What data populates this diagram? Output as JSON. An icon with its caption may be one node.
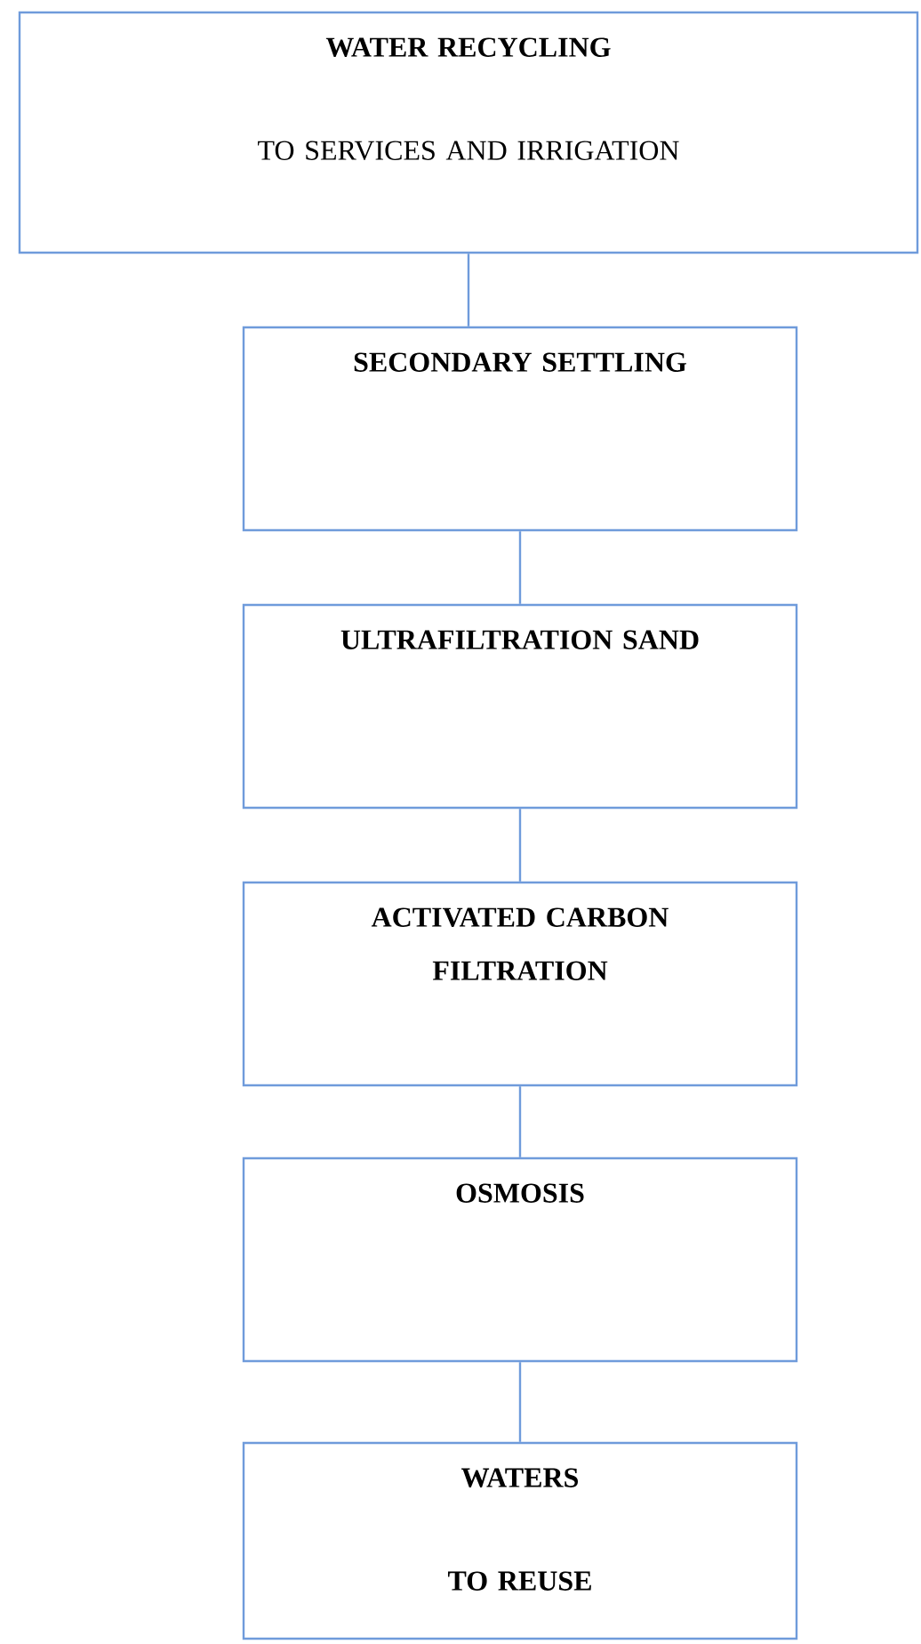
{
  "diagram": {
    "nodes": [
      {
        "text": [
          "WATER RECYCLING",
          "TO SERVICES AND IRRIGATION"
        ]
      },
      {
        "text": [
          "SECONDARY SETTLING"
        ]
      },
      {
        "text": [
          "ULTRAFILTRATION SAND"
        ]
      },
      {
        "text": [
          "ACTIVATED CARBON FILTRATION"
        ]
      },
      {
        "text": [
          "OSMOSIS"
        ]
      },
      {
        "text": [
          "WATERS",
          "TO REUSE"
        ]
      }
    ],
    "edges": [
      {
        "from": 0,
        "to": 1,
        "arrow": "none"
      },
      {
        "from": 1,
        "to": 2,
        "arrow": "none"
      },
      {
        "from": 2,
        "to": 3,
        "arrow": "none"
      },
      {
        "from": 3,
        "to": 4,
        "arrow": "none"
      },
      {
        "from": 4,
        "to": 5,
        "arrow": "none"
      }
    ]
  }
}
